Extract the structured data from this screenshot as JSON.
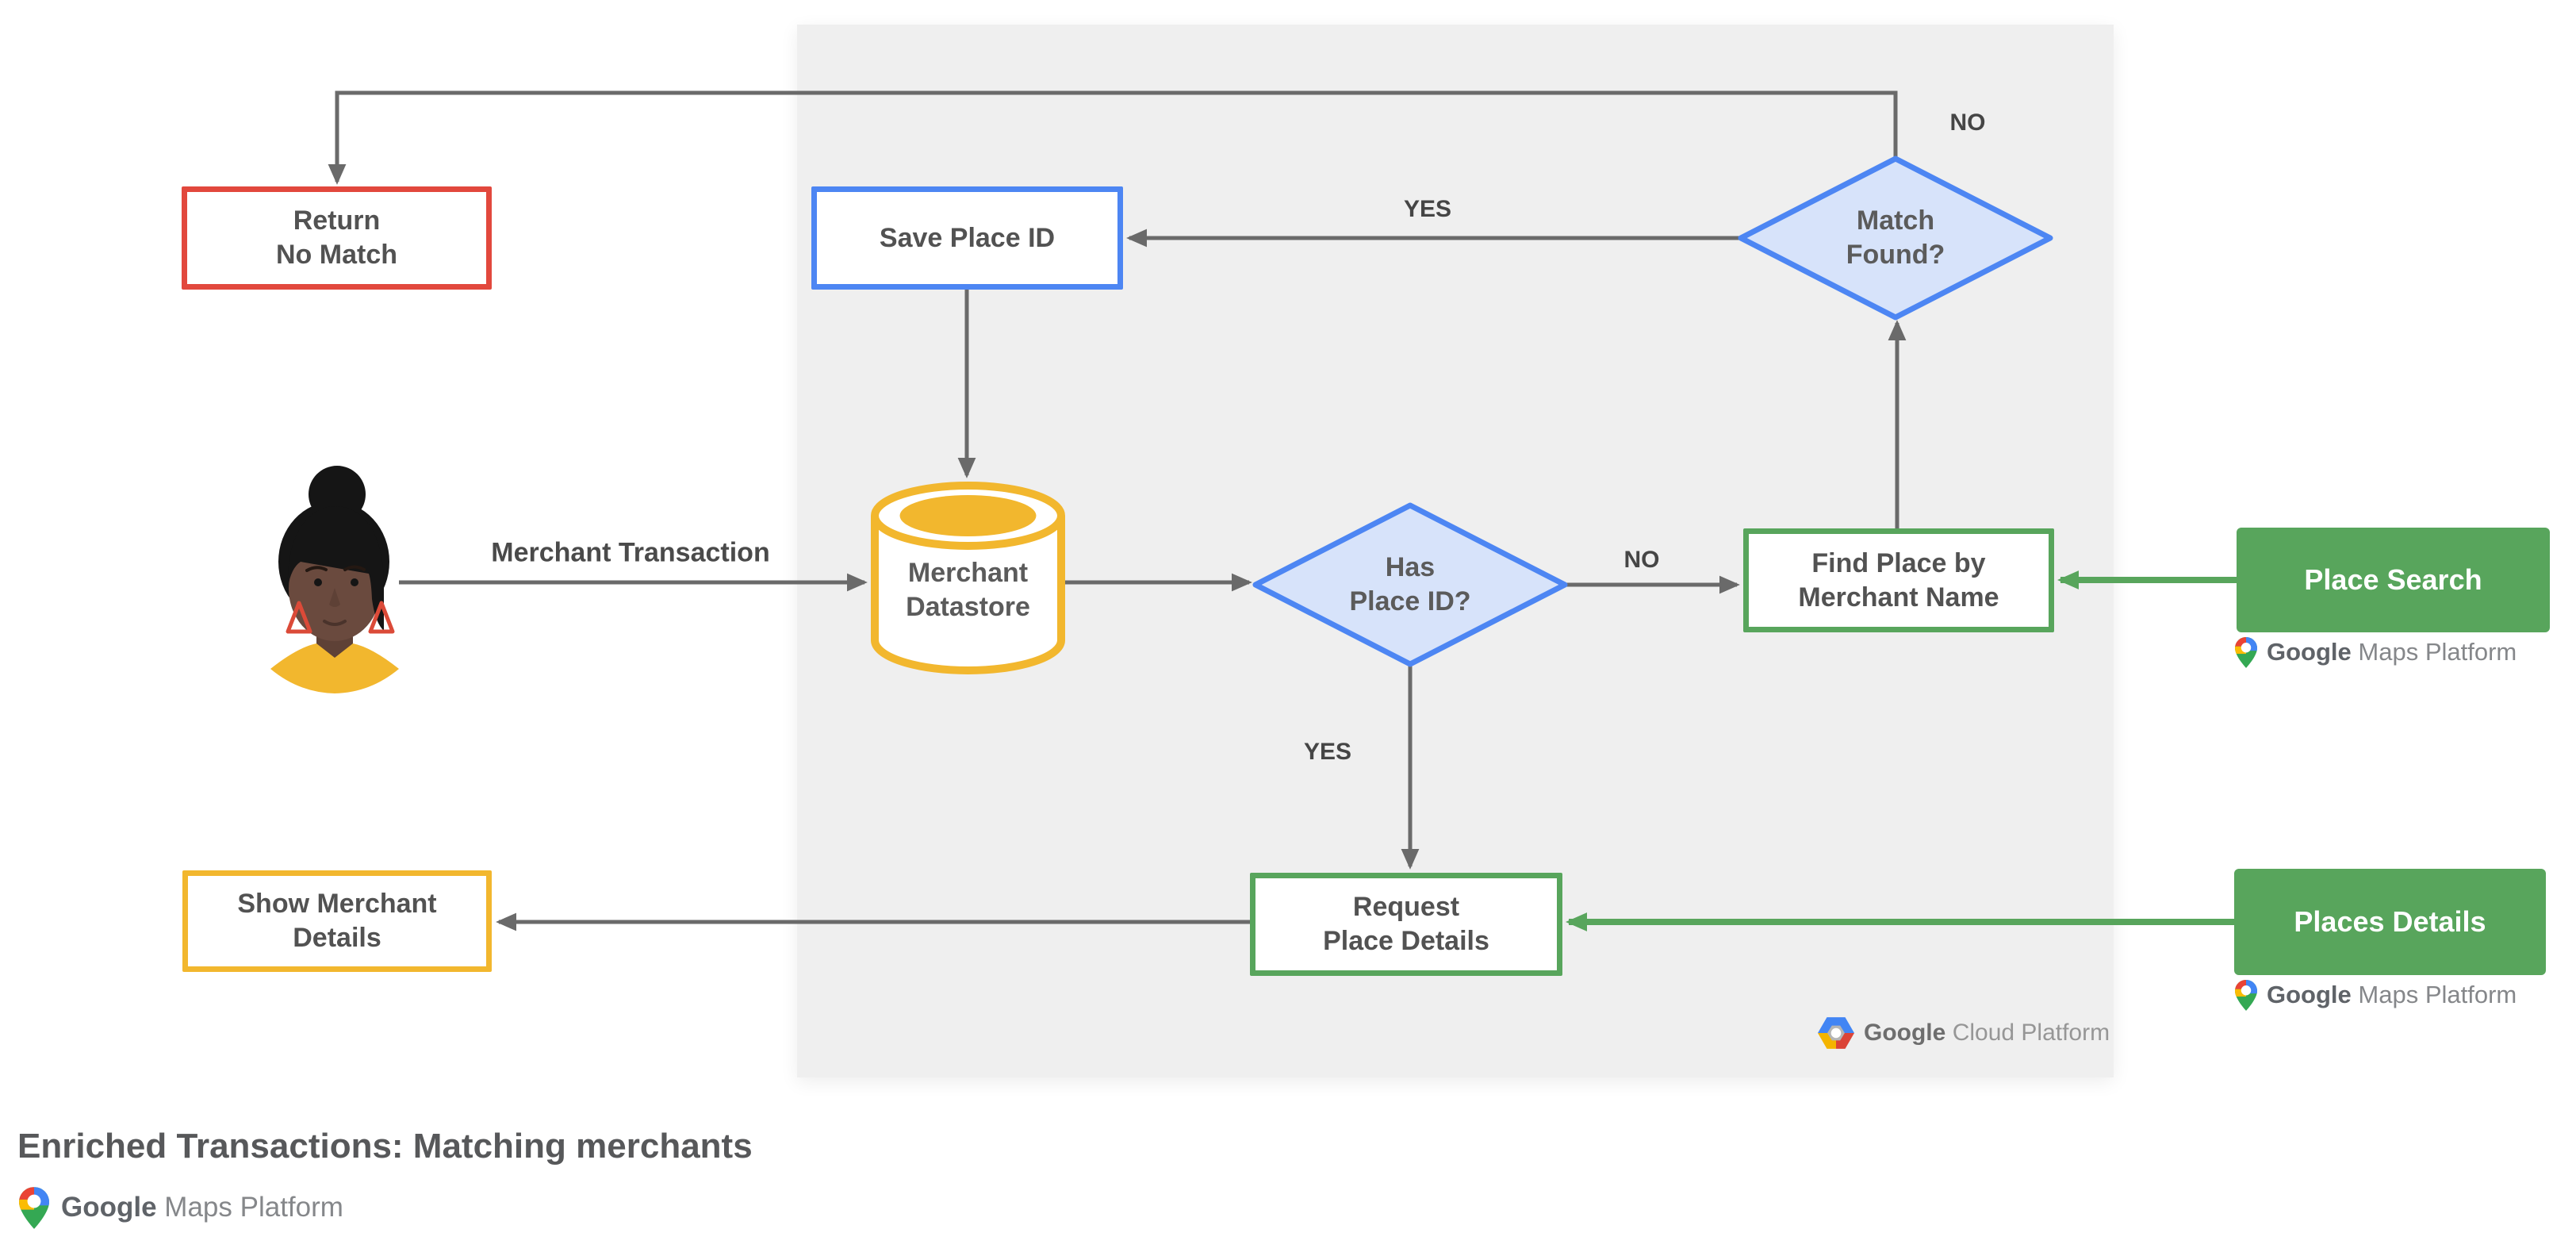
{
  "diagram": {
    "title": "Enriched Transactions: Matching merchants",
    "nodes": {
      "return_no_match": "Return\nNo Match",
      "save_place_id": "Save Place ID",
      "merchant_datastore": "Merchant\nDatastore",
      "has_place_id": "Has\nPlace ID?",
      "match_found": "Match\nFound?",
      "find_place_by_merchant_name": "Find Place by\nMerchant Name",
      "request_place_details": "Request\nPlace Details",
      "show_merchant_details": "Show Merchant\nDetails",
      "place_search": "Place Search",
      "places_details": "Places Details"
    },
    "edge_labels": {
      "merchant_transaction": "Merchant Transaction",
      "match_found_yes": "YES",
      "match_found_no": "NO",
      "has_place_id_yes": "YES",
      "has_place_id_no": "NO"
    },
    "logos": {
      "google_maps_platform": {
        "strong": "Google",
        "light": "Maps Platform"
      },
      "google_cloud_platform": {
        "strong": "Google",
        "light": "Cloud Platform"
      }
    },
    "colors": {
      "red_border": "#E2483D",
      "blue_border": "#4D86F3",
      "diamond_fill": "#D7E3FA",
      "green": "#58A55C",
      "yellow": "#F2B72E",
      "connector_gray": "#6A6A6A",
      "panel_background": "#EFEFEF"
    }
  }
}
